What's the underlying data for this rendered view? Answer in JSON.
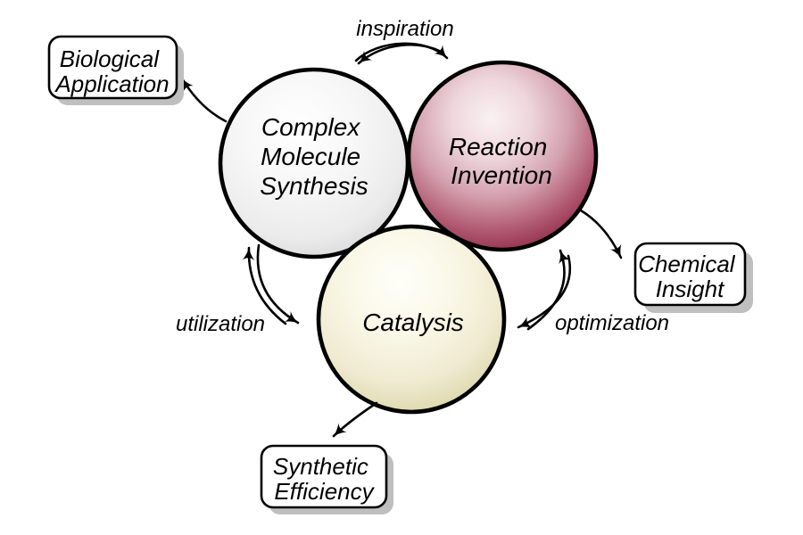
{
  "diagram": {
    "circles": {
      "synthesis": {
        "line1": "Complex",
        "line2": "Molecule",
        "line3": "Synthesis"
      },
      "invention": {
        "line1": "Reaction",
        "line2": "Invention"
      },
      "catalysis": {
        "line1": "Catalysis"
      }
    },
    "boxes": {
      "biological": {
        "line1": "Biological",
        "line2": "Application"
      },
      "chemical": {
        "line1": "Chemical",
        "line2": "Insight"
      },
      "synthetic": {
        "line1": "Synthetic",
        "line2": "Efficiency"
      }
    },
    "flows": {
      "inspiration": "inspiration",
      "utilization": "utilization",
      "optimization": "optimization"
    },
    "colors": {
      "outline": "#000000",
      "text": "#000000",
      "background": "#ffffff",
      "box_fill": "#ffffff",
      "box_shadow": "#bfbfbf",
      "synthesis_highlight": "#ffffff",
      "synthesis_edge": "#d2d2d2",
      "invention_highlight": "#faf1f3",
      "invention_edge": "#8b2342",
      "catalysis_highlight": "#fffffa",
      "catalysis_edge": "#d8d1a0"
    }
  }
}
